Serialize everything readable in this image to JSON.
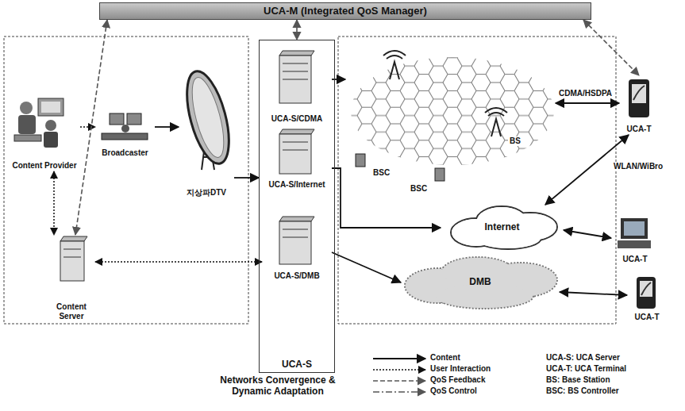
{
  "diagram": {
    "nodes": [
      {
        "text": [
          "UCA-M (Integrated QoS Manager)"
        ]
      },
      {
        "text": [
          "Content Provider"
        ]
      },
      {
        "text": [
          "Broadcaster"
        ]
      },
      {
        "text": [
          "지상파DTV"
        ]
      },
      {
        "text": [
          "UCA-S"
        ]
      },
      {
        "text": [
          "UCA-S/CDMA"
        ],
        "in": 4
      },
      {
        "text": [
          "UCA-S/Internet"
        ],
        "in": 4
      },
      {
        "text": [
          "UCA-S/DMB"
        ],
        "in": 4
      },
      {
        "text": [
          "Content Server"
        ]
      },
      {
        "text": [
          "BSC",
          "BSC",
          "BS"
        ]
      },
      {
        "text": [
          "Internet"
        ]
      },
      {
        "text": [
          "DMB"
        ]
      },
      {
        "text": [
          "UCA-T"
        ]
      },
      {
        "text": [
          "UCA-T"
        ]
      },
      {
        "text": [
          "UCA-T"
        ]
      }
    ],
    "edges": [
      {
        "from": 1,
        "to": 2,
        "arrow": "to"
      },
      {
        "from": 2,
        "to": 3,
        "arrow": "to"
      },
      {
        "from": 3,
        "to": 4,
        "arrow": "to"
      },
      {
        "from": 5,
        "to": 9,
        "arrow": "to"
      },
      {
        "from": 6,
        "to": 10,
        "arrow": "to"
      },
      {
        "from": 7,
        "to": 11,
        "arrow": "to"
      },
      {
        "from": 9,
        "to": 12,
        "label": "CDMA/HSDPA",
        "arrow": "both"
      },
      {
        "from": 12,
        "to": 10,
        "label": "WLAN/WiBro",
        "arrow": "both"
      },
      {
        "from": 10,
        "to": 13,
        "arrow": "both"
      },
      {
        "from": 11,
        "to": 14,
        "arrow": "both"
      },
      {
        "from": 1,
        "to": 8,
        "arrow": "both"
      },
      {
        "from": 8,
        "to": 7,
        "arrow": "both"
      },
      {
        "from": 0,
        "to": 8,
        "arrow": "both"
      },
      {
        "from": 0,
        "to": 4,
        "arrow": "both"
      },
      {
        "from": 0,
        "to": 12,
        "arrow": "both"
      }
    ],
    "labels": [
      "Networks Convergence & Dynamic Adaptation",
      "UCA-S: UCA Server",
      "UCA-T: UCA Terminal",
      "BS: Base Station",
      "BSC: BS Controller"
    ],
    "legend": [
      {
        "text": "Content"
      },
      {
        "text": "User Interaction"
      },
      {
        "text": "QoS Feedback"
      },
      {
        "text": "QoS Control"
      }
    ]
  }
}
